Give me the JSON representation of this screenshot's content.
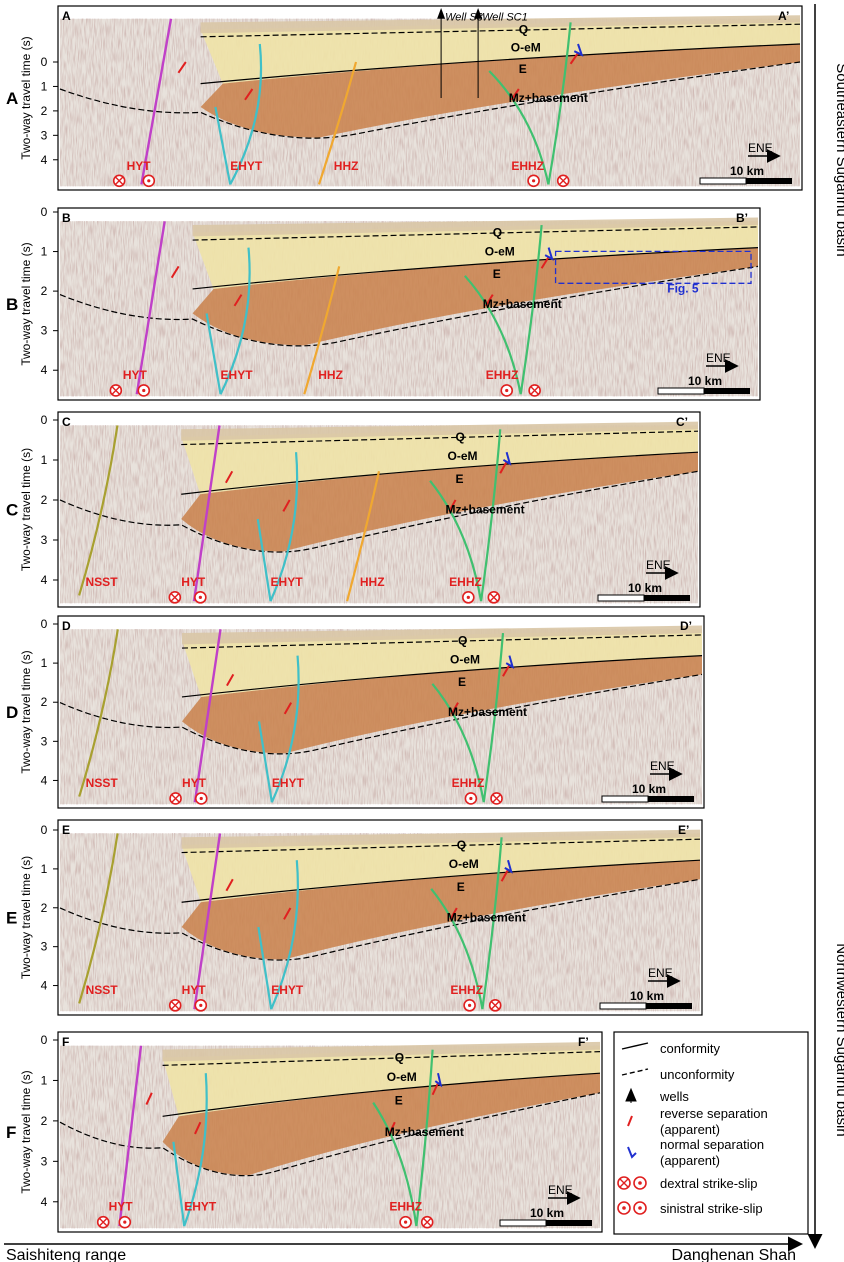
{
  "panels": [
    {
      "letter": "A",
      "left_label": "A",
      "right_label": "A’",
      "units": [
        "Q",
        "O-eM",
        "E",
        "Mz+basement"
      ],
      "wells": [
        "Well S3",
        "Well SC1"
      ],
      "faults": [
        "HYT",
        "EHYT",
        "HHZ",
        "EHHZ"
      ],
      "scale": "10 km",
      "dir": "ENE"
    },
    {
      "letter": "B",
      "left_label": "B",
      "right_label": "B’",
      "units": [
        "Q",
        "O-eM",
        "E",
        "Mz+basement"
      ],
      "faults": [
        "HYT",
        "EHYT",
        "HHZ",
        "EHHZ"
      ],
      "scale": "10 km",
      "dir": "ENE",
      "inset": "Fig. 5"
    },
    {
      "letter": "C",
      "left_label": "C",
      "right_label": "C’",
      "units": [
        "Q",
        "O-eM",
        "E",
        "Mz+basement"
      ],
      "faults": [
        "NSST",
        "HYT",
        "EHYT",
        "HHZ",
        "EHHZ"
      ],
      "scale": "10 km",
      "dir": "ENE"
    },
    {
      "letter": "D",
      "left_label": "D",
      "right_label": "D’",
      "units": [
        "Q",
        "O-eM",
        "E",
        "Mz+basement"
      ],
      "faults": [
        "NSST",
        "HYT",
        "EHYT",
        "EHHZ"
      ],
      "scale": "10 km",
      "dir": "ENE"
    },
    {
      "letter": "E",
      "left_label": "E",
      "right_label": "E’",
      "units": [
        "Q",
        "O-eM",
        "E",
        "Mz+basement"
      ],
      "faults": [
        "NSST",
        "HYT",
        "EHYT",
        "EHHZ"
      ],
      "scale": "10 km",
      "dir": "ENE"
    },
    {
      "letter": "F",
      "left_label": "F",
      "right_label": "F’",
      "units": [
        "Q",
        "O-eM",
        "E",
        "Mz+basement"
      ],
      "faults": [
        "HYT",
        "EHYT",
        "EHHZ"
      ],
      "scale": "10 km",
      "dir": "ENE"
    }
  ],
  "y_axis_title": "Two-way travel time (s)",
  "y_ticks": [
    "0",
    "1",
    "2",
    "3",
    "4"
  ],
  "legend": [
    {
      "symbol": "conformity",
      "text": "conformity"
    },
    {
      "symbol": "unconformity",
      "text": "unconformity"
    },
    {
      "symbol": "wells",
      "text": "wells"
    },
    {
      "symbol": "reverse",
      "text": "reverse separation\n(apparent)"
    },
    {
      "symbol": "normal",
      "text": "normal separation\n(apparent)"
    },
    {
      "symbol": "dextral",
      "text": "dextral strike-slip"
    },
    {
      "symbol": "sinistral",
      "text": "sinistral strike-slip"
    }
  ],
  "right_axis_top": "Southeastern Suganhu basin",
  "right_axis_bottom": "Northwestern Suganhu basin",
  "bottom_left": "Saishiteng range",
  "bottom_right": "Danghenan Shan",
  "colors": {
    "fault_HYT": "#c040c8",
    "fault_EHYT": "#40c0c8",
    "fault_HHZ": "#f0a830",
    "fault_EHHZ": "#40c070",
    "fault_NSST": "#a8a030",
    "reverse": "#e02020",
    "normal": "#2030d0",
    "pliocene": "#efe3a8",
    "eocene": "#c9834e"
  }
}
